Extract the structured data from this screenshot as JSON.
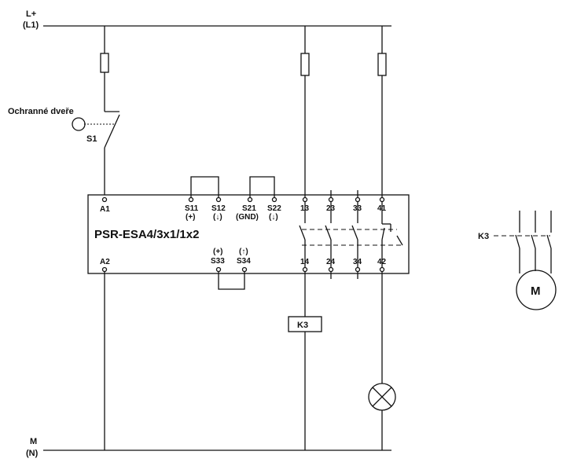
{
  "supply": {
    "top_line1": "L+",
    "top_line2": "(L1)",
    "bottom_line1": "M",
    "bottom_line2": "(N)"
  },
  "switch": {
    "door_label": "Ochranné dveře",
    "name": "S1"
  },
  "relay": {
    "model": "PSR-ESA4/3x1/1x2",
    "terminals": {
      "a1": "A1",
      "a2": "A2",
      "s11": "S11",
      "s11_sub": "(+)",
      "s12": "S12",
      "s12_sub": "(↓)",
      "s21": "S21",
      "s21_sub": "(GND)",
      "s22": "S22",
      "s22_sub": "(↓)",
      "s33_sup": "(+)",
      "s33": "S33",
      "s34_sup": "(↑)",
      "s34": "S34",
      "t13": "13",
      "t23": "23",
      "t33": "33",
      "t41": "41",
      "t14": "14",
      "t24": "24",
      "t34": "34",
      "t42": "42"
    }
  },
  "contactor": {
    "coil_label": "K3",
    "motor_contact_label": "K3",
    "motor_label": "M"
  }
}
